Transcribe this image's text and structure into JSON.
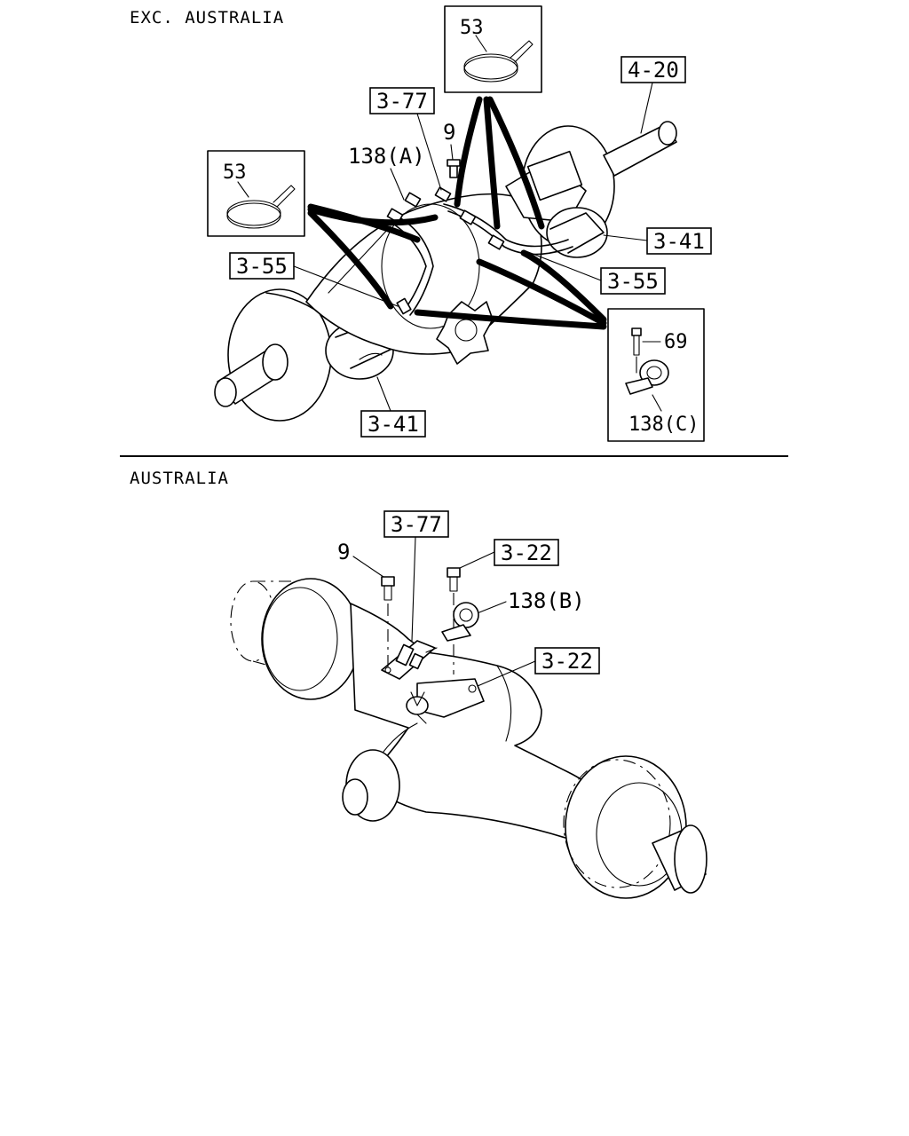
{
  "sections": {
    "top_heading": "EXC. AUSTRALIA",
    "bottom_heading": "AUSTRALIA"
  },
  "top_callouts": {
    "c_4_20": "4-20",
    "c_3_77": "3-77",
    "c_9": "9",
    "c_138a": "138(A)",
    "c_53_top": "53",
    "c_53_left": "53",
    "c_3_41_right": "3-41",
    "c_3_55_left": "3-55",
    "c_3_55_right": "3-55",
    "c_3_41_bottom": "3-41",
    "c_69": "69",
    "c_138c": "138(C)"
  },
  "bottom_callouts": {
    "c_3_77": "3-77",
    "c_9": "9",
    "c_3_22_top": "3-22",
    "c_138b": "138(B)",
    "c_3_22_right": "3-22"
  }
}
